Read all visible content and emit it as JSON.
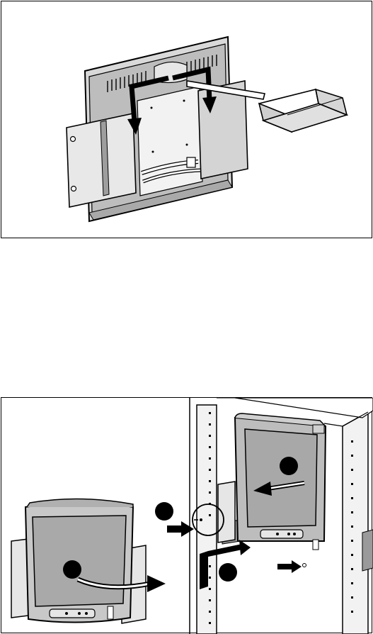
{
  "figure_top": {
    "parts": [
      "monitor-rear",
      "mounting-bracket",
      "rack-mounting-plates",
      "cable-bundle"
    ],
    "icons": [
      "down-arrow-icon",
      "down-arrow-icon",
      "slide-arrow-icon"
    ]
  },
  "figure_bottom": {
    "callouts": [
      {
        "id": "callout-1",
        "label": ""
      },
      {
        "id": "callout-2",
        "label": ""
      },
      {
        "id": "callout-3",
        "label": ""
      },
      {
        "id": "callout-4",
        "label": ""
      }
    ],
    "icons": [
      "rotate-arrow-icon",
      "push-arrow-icon",
      "push-arrow-icon",
      "screw-arrow-icon",
      "pull-arrow-icon",
      "zoom-circle-icon"
    ]
  },
  "colors": {
    "line": "#000000",
    "fill_dark": "#b9b9b9",
    "fill_mid": "#d6d6d6",
    "fill_light": "#ececec",
    "background": "#ffffff"
  }
}
